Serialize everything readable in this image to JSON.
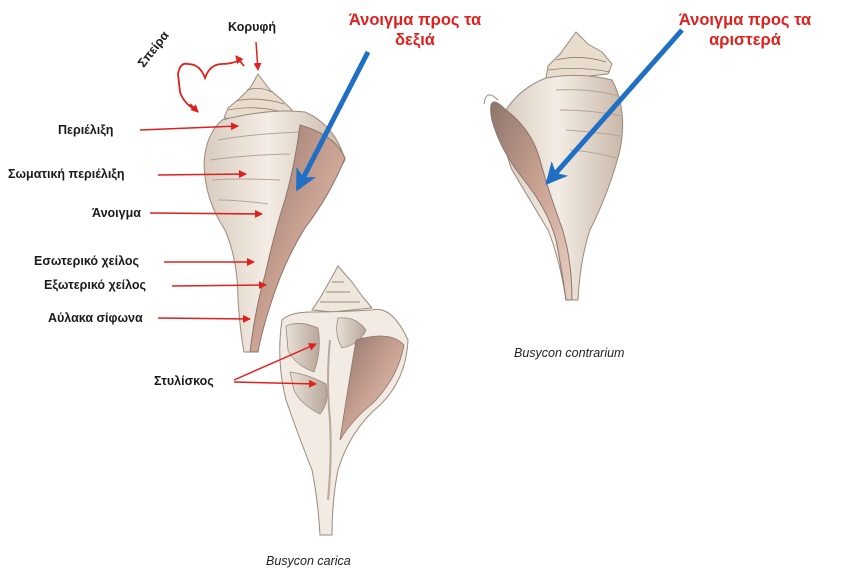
{
  "labels": {
    "apex": "Κορυφή",
    "spire": "Σπείρα",
    "whorl": "Περιέλιξη",
    "body_whorl": "Σωματική περιέλιξη",
    "aperture": "Άνοιγμα",
    "inner_lip": "Εσωτερικό χείλος",
    "outer_lip": "Εξωτερικό χείλος",
    "siphonal_canal": "Αύλακα σίφωνα",
    "columella": "Στυλίσκος"
  },
  "titles": {
    "right_opening_line1": "Άνοιγμα προς τα",
    "right_opening_line2": "δεξιά",
    "left_opening_line1": "Άνοιγμα προς τα",
    "left_opening_line2": "αριστερά"
  },
  "captions": {
    "carica": "Busycon carica",
    "contrarium": "Busycon contrarium"
  },
  "colors": {
    "annotation_red": "#e0201c",
    "arrow_blue": "#1f6fc4",
    "shell_light": "#efe6dc",
    "shell_shadow": "#b9a89b",
    "aperture_pink": "#c9a294"
  }
}
